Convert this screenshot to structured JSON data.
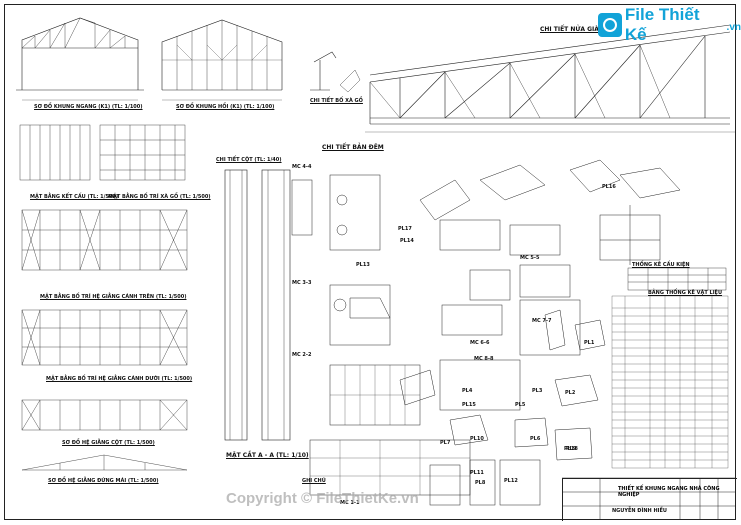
{
  "labels": {
    "so_do_khung_ngang": "SƠ ĐỒ KHUNG NGANG (K1) (TL: 1/100)",
    "so_do_khung_hoi": "SƠ ĐỒ KHUNG HỒI (K1) (TL: 1/100)",
    "chi_tiet_nua_gian": "CHI TIẾT NỬA GIÀN",
    "chi_tiet_bo_xa_go": "CHI TIẾT BỐ XÀ GỒ",
    "mat_bang_ket_cau": "MẶT BẰNG KẾT CẤU (TL: 1/500)",
    "mat_bang_bo_tri_xa_go": "MẶT BẰNG BỐ TRÍ XÀ GỒ (TL: 1/500)",
    "chi_tiet_ban_dem": "CHI TIẾT BẢN ĐÊM",
    "chi_tiet_cot": "CHI TIẾT CỘT (TL: 1/40)",
    "mat_bang_canh_tren": "MẶT BẰNG BỐ TRÍ HỆ GIẰNG CÁNH TRÊN (TL: 1/500)",
    "mat_bang_canh_duoi": "MẶT BẰNG BỐ TRÍ HỆ GIẰNG CÁNH DƯỚI (TL: 1/500)",
    "giang_cot": "SƠ ĐỒ HỆ GIẰNG CỘT (TL: 1/500)",
    "giang_dung_mai": "SƠ ĐỒ HỆ GIẰNG ĐỨNG MÁI (TL: 1/500)",
    "mat_cat_aa": "MẶT CẮT A - A (TL: 1/10)",
    "thong_ke_cau_kien": "THỐNG KÊ CẤU KIỆN",
    "thong_ke_vat_lieu": "BẢNG THỐNG KÊ VẬT LIỆU",
    "ghi_chu": "GHI CHÚ",
    "mc": [
      "MC 4-4",
      "MC 3-3",
      "MC 2-2",
      "MC 1-1",
      "MC 5-5",
      "MC 6-6",
      "MC 7-7",
      "MC 8-8"
    ],
    "pl": [
      "PL1",
      "PL2",
      "PL3",
      "PL4",
      "PL5",
      "PL6",
      "PL7",
      "PL8",
      "PL9",
      "PL10",
      "PL11",
      "PL12",
      "PL13",
      "PL14",
      "PL15",
      "PL16",
      "PL17",
      "PL18"
    ]
  },
  "title_block": {
    "project": "THIẾT KẾ KHUNG NGANG NHÀ CÔNG NGHIỆP",
    "author": "NGUYỄN ĐÌNH HIỀU"
  },
  "brand": {
    "name": "File Thiết Kế",
    "domain": ".vn",
    "watermark": "Copyright © FileThietKe.vn",
    "color": "#12a3d8"
  }
}
